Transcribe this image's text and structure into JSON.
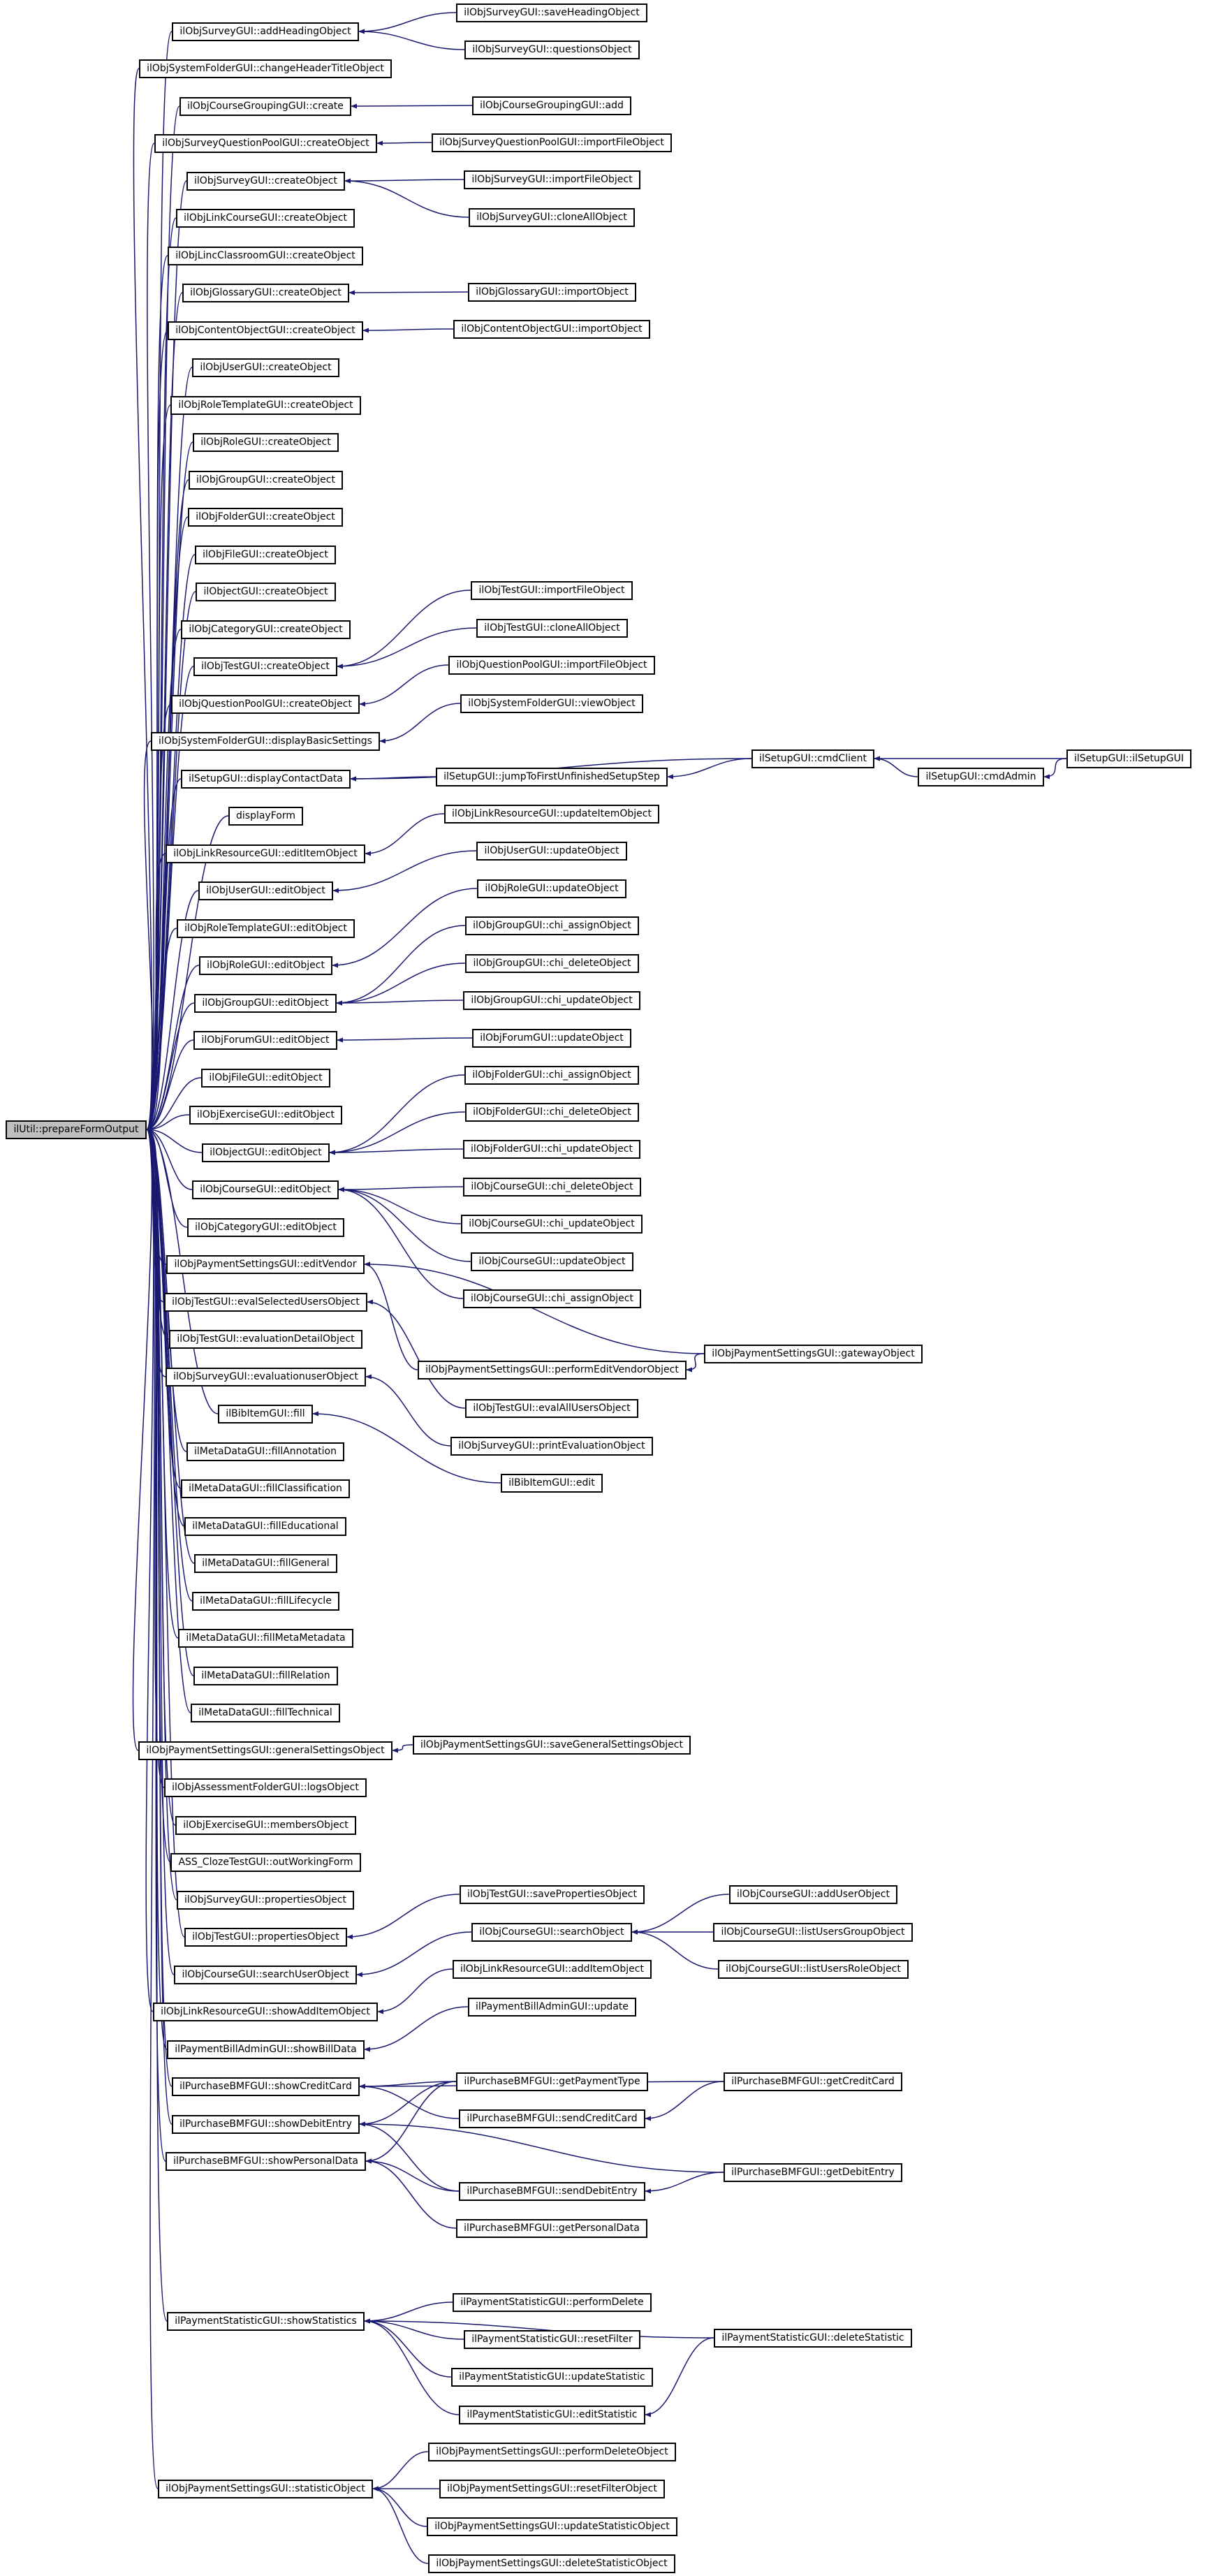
{
  "colors": {
    "edge": "#191970",
    "node_border": "#000000",
    "node_fill": "#ffffff",
    "root_fill": "#bfbfbf"
  },
  "nodes": [
    {
      "id": "root",
      "label": "ilUtil::prepareFormOutput"
    },
    {
      "id": "n1",
      "label": "ilObjSurveyGUI::addHeadingObject"
    },
    {
      "id": "n2",
      "label": "ilObjSystemFolderGUI::changeHeaderTitleObject"
    },
    {
      "id": "n3",
      "label": "ilObjCourseGroupingGUI::create"
    },
    {
      "id": "n4",
      "label": "ilObjSurveyQuestionPoolGUI::createObject"
    },
    {
      "id": "n5",
      "label": "ilObjSurveyGUI::createObject"
    },
    {
      "id": "n6",
      "label": "ilObjLinkCourseGUI::createObject"
    },
    {
      "id": "n7",
      "label": "ilObjLincClassroomGUI::createObject"
    },
    {
      "id": "n8",
      "label": "ilObjGlossaryGUI::createObject"
    },
    {
      "id": "n9",
      "label": "ilObjContentObjectGUI::createObject"
    },
    {
      "id": "n10",
      "label": "ilObjUserGUI::createObject"
    },
    {
      "id": "n11",
      "label": "ilObjRoleTemplateGUI::createObject"
    },
    {
      "id": "n12",
      "label": "ilObjRoleGUI::createObject"
    },
    {
      "id": "n13",
      "label": "ilObjGroupGUI::createObject"
    },
    {
      "id": "n14",
      "label": "ilObjFolderGUI::createObject"
    },
    {
      "id": "n15",
      "label": "ilObjFileGUI::createObject"
    },
    {
      "id": "n16",
      "label": "ilObjectGUI::createObject"
    },
    {
      "id": "n17",
      "label": "ilObjCategoryGUI::createObject"
    },
    {
      "id": "n18",
      "label": "ilObjTestGUI::createObject"
    },
    {
      "id": "n19",
      "label": "ilObjQuestionPoolGUI::createObject"
    },
    {
      "id": "n20",
      "label": "ilObjSystemFolderGUI::displayBasicSettings"
    },
    {
      "id": "n21",
      "label": "ilSetupGUI::displayContactData"
    },
    {
      "id": "n22",
      "label": "displayForm"
    },
    {
      "id": "n23",
      "label": "ilObjLinkResourceGUI::editItemObject"
    },
    {
      "id": "n24",
      "label": "ilObjUserGUI::editObject"
    },
    {
      "id": "n25",
      "label": "ilObjRoleTemplateGUI::editObject"
    },
    {
      "id": "n26",
      "label": "ilObjRoleGUI::editObject"
    },
    {
      "id": "n27",
      "label": "ilObjGroupGUI::editObject"
    },
    {
      "id": "n28",
      "label": "ilObjForumGUI::editObject"
    },
    {
      "id": "n29",
      "label": "ilObjFileGUI::editObject"
    },
    {
      "id": "n30",
      "label": "ilObjExerciseGUI::editObject"
    },
    {
      "id": "n31",
      "label": "ilObjectGUI::editObject"
    },
    {
      "id": "n32",
      "label": "ilObjCourseGUI::editObject"
    },
    {
      "id": "n33",
      "label": "ilObjCategoryGUI::editObject"
    },
    {
      "id": "n34",
      "label": "ilObjPaymentSettingsGUI::editVendor"
    },
    {
      "id": "n35",
      "label": "ilObjTestGUI::evalSelectedUsersObject"
    },
    {
      "id": "n36",
      "label": "ilObjTestGUI::evaluationDetailObject"
    },
    {
      "id": "n37",
      "label": "ilObjSurveyGUI::evaluationuserObject"
    },
    {
      "id": "n38",
      "label": "ilBibItemGUI::fill"
    },
    {
      "id": "n39",
      "label": "ilMetaDataGUI::fillAnnotation"
    },
    {
      "id": "n40",
      "label": "ilMetaDataGUI::fillClassification"
    },
    {
      "id": "n41",
      "label": "ilMetaDataGUI::fillEducational"
    },
    {
      "id": "n42",
      "label": "ilMetaDataGUI::fillGeneral"
    },
    {
      "id": "n43",
      "label": "ilMetaDataGUI::fillLifecycle"
    },
    {
      "id": "n44",
      "label": "ilMetaDataGUI::fillMetaMetadata"
    },
    {
      "id": "n45",
      "label": "ilMetaDataGUI::fillRelation"
    },
    {
      "id": "n46",
      "label": "ilMetaDataGUI::fillTechnical"
    },
    {
      "id": "n47",
      "label": "ilObjPaymentSettingsGUI::generalSettingsObject"
    },
    {
      "id": "n48",
      "label": "ilObjAssessmentFolderGUI::logsObject"
    },
    {
      "id": "n49",
      "label": "ilObjExerciseGUI::membersObject"
    },
    {
      "id": "n50",
      "label": "ASS_ClozeTestGUI::outWorkingForm"
    },
    {
      "id": "n51",
      "label": "ilObjSurveyGUI::propertiesObject"
    },
    {
      "id": "n52",
      "label": "ilObjTestGUI::propertiesObject"
    },
    {
      "id": "n53",
      "label": "ilObjCourseGUI::searchUserObject"
    },
    {
      "id": "n54",
      "label": "ilObjLinkResourceGUI::showAddItemObject"
    },
    {
      "id": "n55",
      "label": "ilPaymentBillAdminGUI::showBillData"
    },
    {
      "id": "n56",
      "label": "ilPurchaseBMFGUI::showCreditCard"
    },
    {
      "id": "n57",
      "label": "ilPurchaseBMFGUI::showDebitEntry"
    },
    {
      "id": "n58",
      "label": "ilPurchaseBMFGUI::showPersonalData"
    },
    {
      "id": "n59",
      "label": "ilPaymentStatisticGUI::showStatistics"
    },
    {
      "id": "n60",
      "label": "ilObjPaymentSettingsGUI::statisticObject"
    },
    {
      "id": "c1",
      "label": "ilObjSurveyGUI::saveHeadingObject"
    },
    {
      "id": "c2",
      "label": "ilObjSurveyGUI::questionsObject"
    },
    {
      "id": "c3",
      "label": "ilObjCourseGroupingGUI::add"
    },
    {
      "id": "c4",
      "label": "ilObjSurveyQuestionPoolGUI::importFileObject"
    },
    {
      "id": "c5",
      "label": "ilObjSurveyGUI::importFileObject"
    },
    {
      "id": "c6",
      "label": "ilObjSurveyGUI::cloneAllObject"
    },
    {
      "id": "c7",
      "label": "ilObjGlossaryGUI::importObject"
    },
    {
      "id": "c8",
      "label": "ilObjContentObjectGUI::importObject"
    },
    {
      "id": "c9",
      "label": "ilObjTestGUI::importFileObject"
    },
    {
      "id": "c10",
      "label": "ilObjTestGUI::cloneAllObject"
    },
    {
      "id": "c11",
      "label": "ilObjQuestionPoolGUI::importFileObject"
    },
    {
      "id": "c12",
      "label": "ilObjSystemFolderGUI::viewObject"
    },
    {
      "id": "c13",
      "label": "ilSetupGUI::jumpToFirstUnfinishedSetupStep"
    },
    {
      "id": "c14",
      "label": "ilSetupGUI::cmdClient"
    },
    {
      "id": "c15",
      "label": "ilSetupGUI::cmdAdmin"
    },
    {
      "id": "c16",
      "label": "ilSetupGUI::ilSetupGUI"
    },
    {
      "id": "c17",
      "label": "ilObjLinkResourceGUI::updateItemObject"
    },
    {
      "id": "c18",
      "label": "ilObjUserGUI::updateObject"
    },
    {
      "id": "c19",
      "label": "ilObjRoleGUI::updateObject"
    },
    {
      "id": "c20",
      "label": "ilObjGroupGUI::chi_assignObject"
    },
    {
      "id": "c21",
      "label": "ilObjGroupGUI::chi_deleteObject"
    },
    {
      "id": "c22",
      "label": "ilObjGroupGUI::chi_updateObject"
    },
    {
      "id": "c23",
      "label": "ilObjForumGUI::updateObject"
    },
    {
      "id": "c24",
      "label": "ilObjFolderGUI::chi_assignObject"
    },
    {
      "id": "c25",
      "label": "ilObjFolderGUI::chi_deleteObject"
    },
    {
      "id": "c26",
      "label": "ilObjFolderGUI::chi_updateObject"
    },
    {
      "id": "c27",
      "label": "ilObjCourseGUI::chi_deleteObject"
    },
    {
      "id": "c28",
      "label": "ilObjCourseGUI::chi_updateObject"
    },
    {
      "id": "c29",
      "label": "ilObjCourseGUI::updateObject"
    },
    {
      "id": "c30",
      "label": "ilObjCourseGUI::chi_assignObject"
    },
    {
      "id": "c31",
      "label": "ilObjPaymentSettingsGUI::performEditVendorObject"
    },
    {
      "id": "c32",
      "label": "ilObjPaymentSettingsGUI::gatewayObject"
    },
    {
      "id": "c33",
      "label": "ilObjTestGUI::evalAllUsersObject"
    },
    {
      "id": "c34",
      "label": "ilObjSurveyGUI::printEvaluationObject"
    },
    {
      "id": "c35",
      "label": "ilBibItemGUI::edit"
    },
    {
      "id": "c36",
      "label": "ilObjPaymentSettingsGUI::saveGeneralSettingsObject"
    },
    {
      "id": "c37",
      "label": "ilObjTestGUI::savePropertiesObject"
    },
    {
      "id": "c38",
      "label": "ilObjCourseGUI::searchObject"
    },
    {
      "id": "c39",
      "label": "ilObjCourseGUI::addUserObject"
    },
    {
      "id": "c40",
      "label": "ilObjCourseGUI::listUsersGroupObject"
    },
    {
      "id": "c41",
      "label": "ilObjCourseGUI::listUsersRoleObject"
    },
    {
      "id": "c42",
      "label": "ilObjLinkResourceGUI::addItemObject"
    },
    {
      "id": "c43",
      "label": "ilPaymentBillAdminGUI::update"
    },
    {
      "id": "c44",
      "label": "ilPurchaseBMFGUI::getPaymentType"
    },
    {
      "id": "c45",
      "label": "ilPurchaseBMFGUI::sendCreditCard"
    },
    {
      "id": "c46",
      "label": "ilPurchaseBMFGUI::getCreditCard"
    },
    {
      "id": "c47",
      "label": "ilPurchaseBMFGUI::sendDebitEntry"
    },
    {
      "id": "c48",
      "label": "ilPurchaseBMFGUI::getDebitEntry"
    },
    {
      "id": "c49",
      "label": "ilPurchaseBMFGUI::getPersonalData"
    },
    {
      "id": "c50",
      "label": "ilPaymentStatisticGUI::performDelete"
    },
    {
      "id": "c51",
      "label": "ilPaymentStatisticGUI::resetFilter"
    },
    {
      "id": "c52",
      "label": "ilPaymentStatisticGUI::updateStatistic"
    },
    {
      "id": "c53",
      "label": "ilPaymentStatisticGUI::editStatistic"
    },
    {
      "id": "c54",
      "label": "ilPaymentStatisticGUI::deleteStatistic"
    },
    {
      "id": "c55",
      "label": "ilObjPaymentSettingsGUI::performDeleteObject"
    },
    {
      "id": "c56",
      "label": "ilObjPaymentSettingsGUI::resetFilterObject"
    },
    {
      "id": "c57",
      "label": "ilObjPaymentSettingsGUI::updateStatisticObject"
    },
    {
      "id": "c58",
      "label": "ilObjPaymentSettingsGUI::deleteStatisticObject"
    }
  ],
  "edges": [
    [
      "n1",
      "root"
    ],
    [
      "n2",
      "root"
    ],
    [
      "n3",
      "root"
    ],
    [
      "n4",
      "root"
    ],
    [
      "n5",
      "root"
    ],
    [
      "n6",
      "root"
    ],
    [
      "n7",
      "root"
    ],
    [
      "n8",
      "root"
    ],
    [
      "n9",
      "root"
    ],
    [
      "n10",
      "root"
    ],
    [
      "n11",
      "root"
    ],
    [
      "n12",
      "root"
    ],
    [
      "n13",
      "root"
    ],
    [
      "n14",
      "root"
    ],
    [
      "n15",
      "root"
    ],
    [
      "n16",
      "root"
    ],
    [
      "n17",
      "root"
    ],
    [
      "n18",
      "root"
    ],
    [
      "n19",
      "root"
    ],
    [
      "n20",
      "root"
    ],
    [
      "n21",
      "root"
    ],
    [
      "n22",
      "root"
    ],
    [
      "n23",
      "root"
    ],
    [
      "n24",
      "root"
    ],
    [
      "n25",
      "root"
    ],
    [
      "n26",
      "root"
    ],
    [
      "n27",
      "root"
    ],
    [
      "n28",
      "root"
    ],
    [
      "n29",
      "root"
    ],
    [
      "n30",
      "root"
    ],
    [
      "n31",
      "root"
    ],
    [
      "n32",
      "root"
    ],
    [
      "n33",
      "root"
    ],
    [
      "n34",
      "root"
    ],
    [
      "n35",
      "root"
    ],
    [
      "n36",
      "root"
    ],
    [
      "n37",
      "root"
    ],
    [
      "n38",
      "root"
    ],
    [
      "n39",
      "root"
    ],
    [
      "n40",
      "root"
    ],
    [
      "n41",
      "root"
    ],
    [
      "n42",
      "root"
    ],
    [
      "n43",
      "root"
    ],
    [
      "n44",
      "root"
    ],
    [
      "n45",
      "root"
    ],
    [
      "n46",
      "root"
    ],
    [
      "n47",
      "root"
    ],
    [
      "n48",
      "root"
    ],
    [
      "n49",
      "root"
    ],
    [
      "n50",
      "root"
    ],
    [
      "n51",
      "root"
    ],
    [
      "n52",
      "root"
    ],
    [
      "n53",
      "root"
    ],
    [
      "n54",
      "root"
    ],
    [
      "n55",
      "root"
    ],
    [
      "n56",
      "root"
    ],
    [
      "n57",
      "root"
    ],
    [
      "n58",
      "root"
    ],
    [
      "n59",
      "root"
    ],
    [
      "n60",
      "root"
    ],
    [
      "c1",
      "n1"
    ],
    [
      "c2",
      "n1"
    ],
    [
      "c3",
      "n3"
    ],
    [
      "c4",
      "n4"
    ],
    [
      "c5",
      "n5"
    ],
    [
      "c6",
      "n5"
    ],
    [
      "c7",
      "n8"
    ],
    [
      "c8",
      "n9"
    ],
    [
      "c9",
      "n18"
    ],
    [
      "c10",
      "n18"
    ],
    [
      "c11",
      "n19"
    ],
    [
      "c12",
      "n20"
    ],
    [
      "c13",
      "n21"
    ],
    [
      "c14",
      "n21"
    ],
    [
      "c14",
      "c13"
    ],
    [
      "c15",
      "c14"
    ],
    [
      "c16",
      "c14"
    ],
    [
      "c16",
      "c15"
    ],
    [
      "c17",
      "n23"
    ],
    [
      "c18",
      "n24"
    ],
    [
      "c19",
      "n26"
    ],
    [
      "c20",
      "n27"
    ],
    [
      "c21",
      "n27"
    ],
    [
      "c22",
      "n27"
    ],
    [
      "c23",
      "n28"
    ],
    [
      "c24",
      "n31"
    ],
    [
      "c25",
      "n31"
    ],
    [
      "c26",
      "n31"
    ],
    [
      "c27",
      "n32"
    ],
    [
      "c28",
      "n32"
    ],
    [
      "c29",
      "n32"
    ],
    [
      "c30",
      "n32"
    ],
    [
      "c31",
      "n34"
    ],
    [
      "c32",
      "n34"
    ],
    [
      "c32",
      "c31"
    ],
    [
      "c33",
      "n35"
    ],
    [
      "c34",
      "n37"
    ],
    [
      "c35",
      "n38"
    ],
    [
      "c36",
      "n47"
    ],
    [
      "c37",
      "n52"
    ],
    [
      "c38",
      "n53"
    ],
    [
      "c39",
      "c38"
    ],
    [
      "c40",
      "c38"
    ],
    [
      "c41",
      "c38"
    ],
    [
      "c42",
      "n54"
    ],
    [
      "c43",
      "n55"
    ],
    [
      "c44",
      "n56"
    ],
    [
      "c45",
      "n56"
    ],
    [
      "c46",
      "n56"
    ],
    [
      "c46",
      "c45"
    ],
    [
      "c44",
      "n57"
    ],
    [
      "c47",
      "n57"
    ],
    [
      "c48",
      "n57"
    ],
    [
      "c48",
      "c47"
    ],
    [
      "c44",
      "n58"
    ],
    [
      "c47",
      "n58"
    ],
    [
      "c49",
      "n58"
    ],
    [
      "c50",
      "n59"
    ],
    [
      "c51",
      "n59"
    ],
    [
      "c52",
      "n59"
    ],
    [
      "c53",
      "n59"
    ],
    [
      "c54",
      "n59"
    ],
    [
      "c54",
      "c53"
    ],
    [
      "c55",
      "n60"
    ],
    [
      "c56",
      "n60"
    ],
    [
      "c57",
      "n60"
    ],
    [
      "c58",
      "n60"
    ]
  ]
}
